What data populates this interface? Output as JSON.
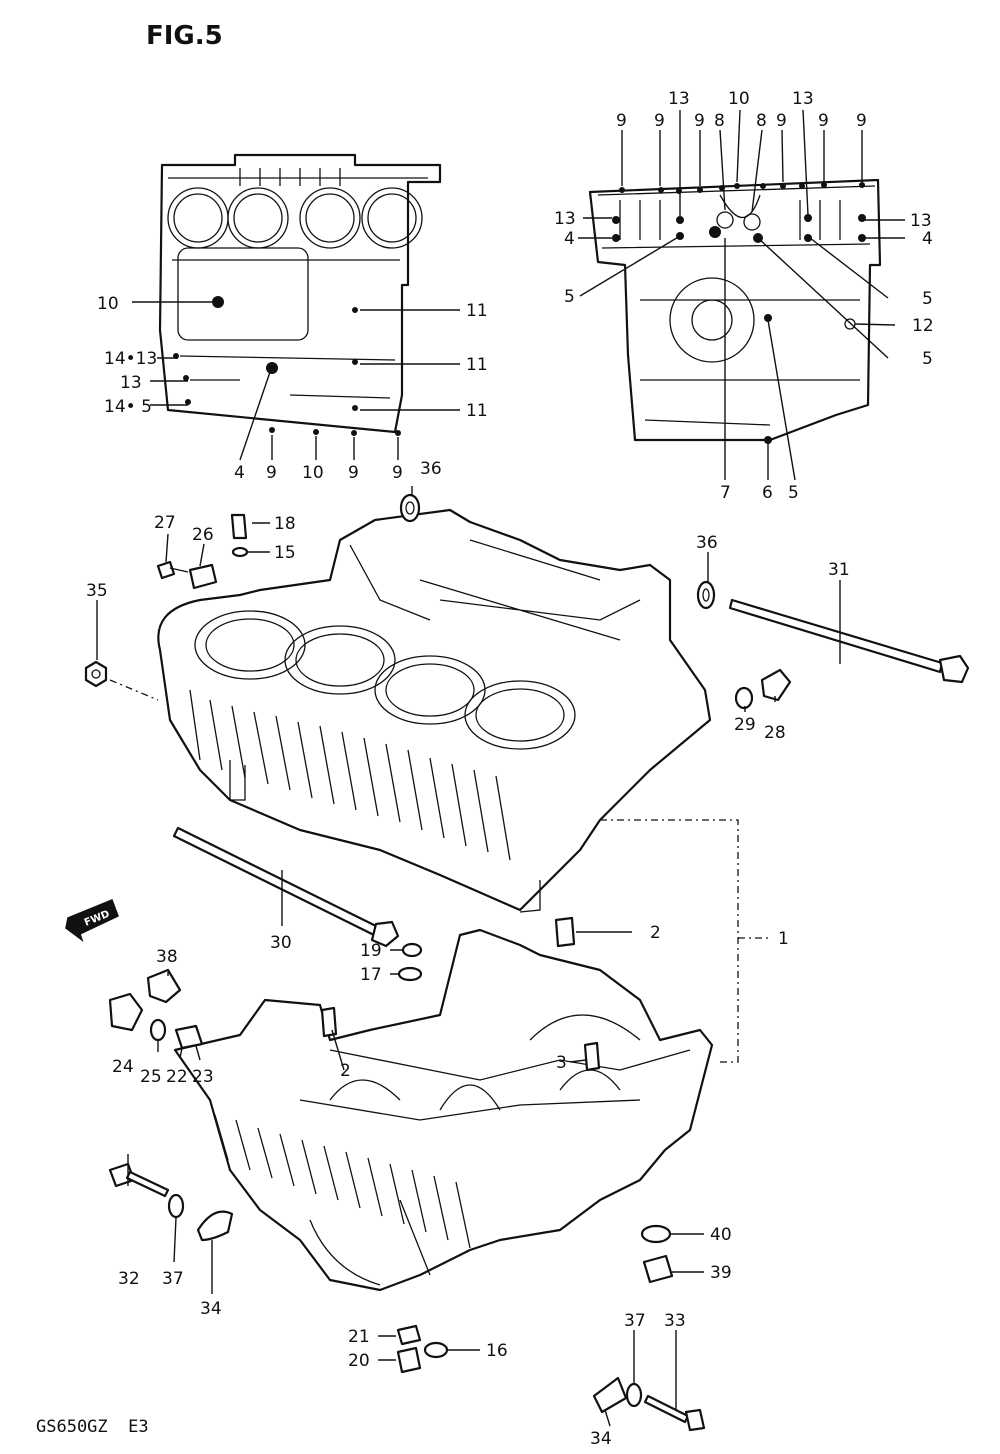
{
  "figure": {
    "title": "FIG.5",
    "model_code": "GS650GZ  E3",
    "fwd_label": "FWD"
  },
  "labels": [
    {
      "id": "tl-10",
      "text": "10"
    },
    {
      "id": "tl-11a",
      "text": "11"
    },
    {
      "id": "tl-11b",
      "text": "11"
    },
    {
      "id": "tl-11c",
      "text": "11"
    },
    {
      "id": "tl-1413",
      "text": "14•13"
    },
    {
      "id": "tl-13",
      "text": "13"
    },
    {
      "id": "tl-145",
      "text": "14• 5"
    },
    {
      "id": "tl-4",
      "text": "4"
    },
    {
      "id": "tl-9a",
      "text": "9"
    },
    {
      "id": "tl-10b",
      "text": "10"
    },
    {
      "id": "tl-9b",
      "text": "9"
    },
    {
      "id": "tl-9c",
      "text": "9"
    },
    {
      "id": "tr-9a",
      "text": "9"
    },
    {
      "id": "tr-9b",
      "text": "9"
    },
    {
      "id": "tr-13a",
      "text": "13"
    },
    {
      "id": "tr-9c",
      "text": "9"
    },
    {
      "id": "tr-8a",
      "text": "8"
    },
    {
      "id": "tr-10",
      "text": "10"
    },
    {
      "id": "tr-8b",
      "text": "8"
    },
    {
      "id": "tr-9d",
      "text": "9"
    },
    {
      "id": "tr-13b",
      "text": "13"
    },
    {
      "id": "tr-9e",
      "text": "9"
    },
    {
      "id": "tr-9f",
      "text": "9"
    },
    {
      "id": "tr-13l",
      "text": "13"
    },
    {
      "id": "tr-4l",
      "text": "4"
    },
    {
      "id": "tr-5l",
      "text": "5"
    },
    {
      "id": "tr-13r",
      "text": "13"
    },
    {
      "id": "tr-4r",
      "text": "4"
    },
    {
      "id": "tr-5r",
      "text": "5"
    },
    {
      "id": "tr-12",
      "text": "12"
    },
    {
      "id": "tr-5r2",
      "text": "5"
    },
    {
      "id": "tr-7",
      "text": "7"
    },
    {
      "id": "tr-6",
      "text": "6"
    },
    {
      "id": "tr-5b",
      "text": "5"
    },
    {
      "id": "p-36a",
      "text": "36"
    },
    {
      "id": "p-27",
      "text": "27"
    },
    {
      "id": "p-26",
      "text": "26"
    },
    {
      "id": "p-18",
      "text": "18"
    },
    {
      "id": "p-15",
      "text": "15"
    },
    {
      "id": "p-35",
      "text": "35"
    },
    {
      "id": "p-36b",
      "text": "36"
    },
    {
      "id": "p-31",
      "text": "31"
    },
    {
      "id": "p-29",
      "text": "29"
    },
    {
      "id": "p-28",
      "text": "28"
    },
    {
      "id": "p-30",
      "text": "30"
    },
    {
      "id": "p-19",
      "text": "19"
    },
    {
      "id": "p-17",
      "text": "17"
    },
    {
      "id": "p-2a",
      "text": "2"
    },
    {
      "id": "p-1",
      "text": "1"
    },
    {
      "id": "p-38",
      "text": "38"
    },
    {
      "id": "p-2b",
      "text": "2"
    },
    {
      "id": "p-3",
      "text": "3"
    },
    {
      "id": "p-24",
      "text": "24"
    },
    {
      "id": "p-25",
      "text": "25"
    },
    {
      "id": "p-22",
      "text": "22"
    },
    {
      "id": "p-23",
      "text": "23"
    },
    {
      "id": "p-32",
      "text": "32"
    },
    {
      "id": "p-37a",
      "text": "37"
    },
    {
      "id": "p-34a",
      "text": "34"
    },
    {
      "id": "p-40",
      "text": "40"
    },
    {
      "id": "p-39",
      "text": "39"
    },
    {
      "id": "p-16",
      "text": "16"
    },
    {
      "id": "p-21",
      "text": "21"
    },
    {
      "id": "p-20",
      "text": "20"
    },
    {
      "id": "p-37b",
      "text": "37"
    },
    {
      "id": "p-33",
      "text": "33"
    },
    {
      "id": "p-34b",
      "text": "34"
    }
  ]
}
